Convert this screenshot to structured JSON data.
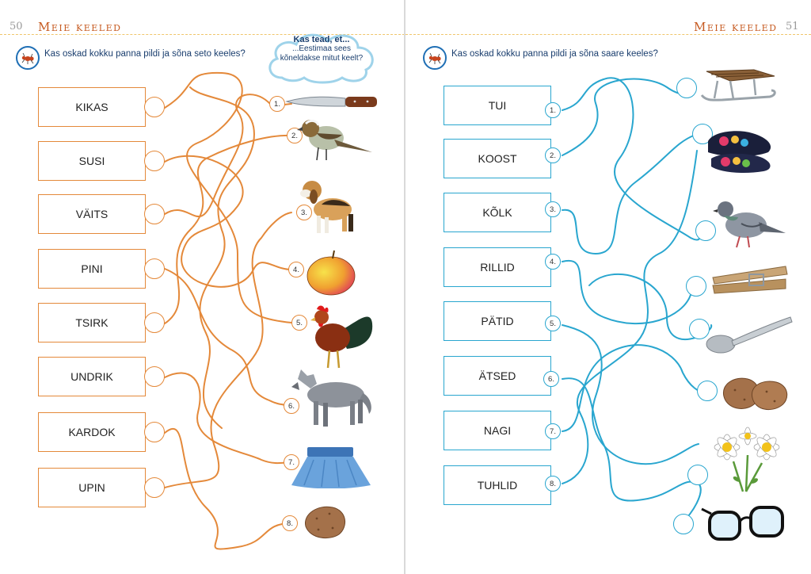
{
  "left_page": {
    "page_number": "50",
    "header_title": "Meie keeled",
    "question": "Kas oskad kokku panna pildi ja sõna seto keeles?",
    "words": [
      "KIKAS",
      "SUSI",
      "VÄITS",
      "PINI",
      "TSIRK",
      "UNDRIK",
      "KARDOK",
      "UPIN"
    ],
    "numbers": [
      "1.",
      "2.",
      "3.",
      "4.",
      "5.",
      "6.",
      "7.",
      "8."
    ],
    "cloud": {
      "title": "Kas tead, et...",
      "line1": "...Eestimaa sees",
      "line2": "kõneldakse mitut keelt?"
    },
    "pictures": [
      "knife-icon",
      "bird-icon",
      "dog-icon",
      "apple-icon",
      "rooster-icon",
      "wolf-icon",
      "skirt-icon",
      "potato-icon"
    ],
    "accent_color": "#e4893a"
  },
  "right_page": {
    "page_number": "51",
    "header_title": "Meie keeled",
    "question": "Kas oskad kokku panna pildi ja sõna saare keeles?",
    "words": [
      "TUI",
      "KOOST",
      "KÕLK",
      "RILLID",
      "PÄTID",
      "ÄTSED",
      "NAGI",
      "TUHLID"
    ],
    "numbers": [
      "1.",
      "2.",
      "3.",
      "4.",
      "5.",
      "6.",
      "7.",
      "8."
    ],
    "pictures": [
      "sled-icon",
      "slippers-icon",
      "pigeon-icon",
      "clothespin-icon",
      "spoon-icon",
      "potatoes-icon",
      "daisies-icon",
      "glasses-icon"
    ],
    "accent_color": "#29a6cf"
  }
}
